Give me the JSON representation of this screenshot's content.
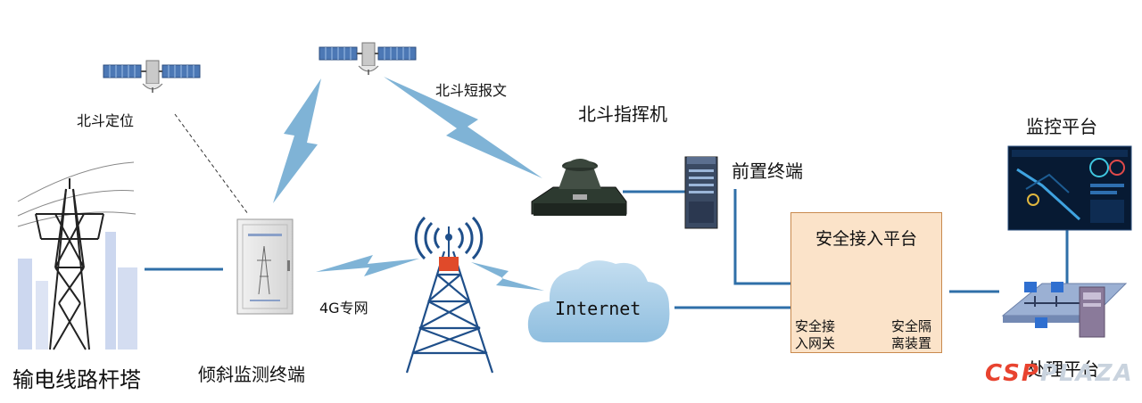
{
  "labels": {
    "tower": "输电线路杆塔",
    "monitor_terminal": "倾斜监测终端",
    "beidou_positioning": "北斗定位",
    "beidou_short_message": "北斗短报文",
    "beidou_command": "北斗指挥机",
    "front_terminal": "前置终端",
    "network_4g": "4G专网",
    "internet": "Internet",
    "secure_platform": "安全接入平台",
    "secure_gateway": [
      "安全接",
      "入网关"
    ],
    "isolation_device": [
      "安全隔",
      "离装置"
    ],
    "monitoring_platform": "监控平台",
    "processing_platform": "处理平台"
  },
  "icons": {
    "satellite": "satellite-icon",
    "tower": "power-tower-icon",
    "terminal": "monitoring-cabinet-icon",
    "antenna": "signal-tower-icon",
    "command": "beidou-command-unit-icon",
    "server": "server-icon",
    "cloud": "cloud-icon",
    "gateway": "gateway-icon",
    "isolation": "isolation-icon",
    "dashboard": "dashboard-icon",
    "network": "network-workstations-icon"
  },
  "watermark": {
    "part_a": "CSP",
    "part_b": "PLAZA"
  },
  "colors": {
    "link_blue": "#2f6fa8",
    "signal_blue": "#7fb3d6",
    "cloud_blue": "#a9cde6",
    "platform_fill": "#fbe3c9"
  }
}
